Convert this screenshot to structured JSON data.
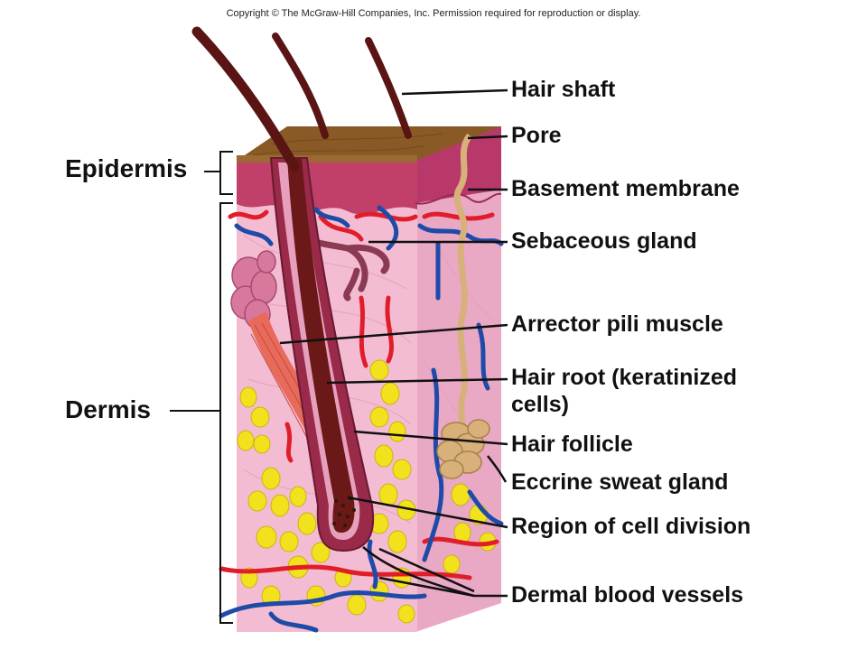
{
  "copyright": "Copyright © The McGraw-Hill Companies, Inc. Permission required for reproduction or display.",
  "regions": {
    "epidermis": "Epidermis",
    "dermis": "Dermis"
  },
  "labels": {
    "hair_shaft": "Hair shaft",
    "pore": "Pore",
    "basement_membrane": "Basement membrane",
    "sebaceous_gland": "Sebaceous gland",
    "arrector_pili_muscle": "Arrector pili muscle",
    "hair_root_line1": "Hair root (keratinized",
    "hair_root_line2": "cells)",
    "hair_follicle": "Hair follicle",
    "eccrine_sweat_gland": "Eccrine sweat gland",
    "region_of_cell_division": "Region of cell division",
    "dermal_blood_vessels": "Dermal blood vessels"
  },
  "colors": {
    "epidermis": "#c0406a",
    "dermis": "#f4bcd2",
    "surface": "#8a5a26",
    "hair": "#5a1414",
    "fat": "#f2e21e",
    "artery": "#e01e2a",
    "vein": "#1e4aa8",
    "sweat_gland": "#d8b07a",
    "muscle": "#e86a5a"
  }
}
